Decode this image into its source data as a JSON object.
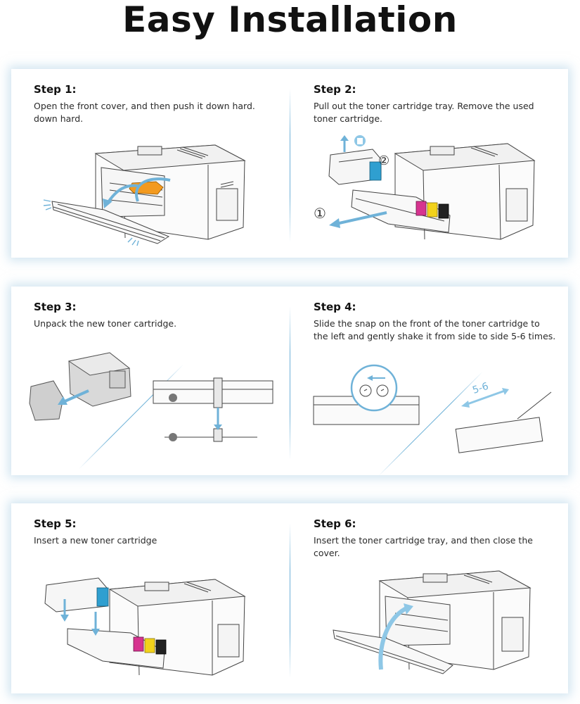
{
  "title": "Easy Installation",
  "steps": [
    {
      "title": "Step 1:",
      "text": "Open the front cover, and then push it down hard. down hard."
    },
    {
      "title": "Step 2:",
      "text": "Pull out the toner cartridge tray. Remove the used toner cartridge."
    },
    {
      "title": "Step 3:",
      "text": "Unpack the new toner cartridge."
    },
    {
      "title": "Step 4:",
      "text": "Slide the snap on the front of the toner cartridge to the left and gently shake it from side to side 5-6 times."
    },
    {
      "title": "Step 5:",
      "text": "Insert a new toner cartridge"
    },
    {
      "title": "Step 6:",
      "text": "Insert the toner cartridge tray, and then close the cover."
    }
  ],
  "labels": {
    "callout_1": "①",
    "callout_2": "②",
    "shake_count": "5-6"
  },
  "colors": {
    "accent_blue": "#6fb2d8",
    "toner_orange": "#f39a1f",
    "toner_magenta": "#d6338f",
    "toner_yellow": "#f2d21b",
    "toner_cyan": "#2f9fd0",
    "toner_black": "#222222"
  }
}
